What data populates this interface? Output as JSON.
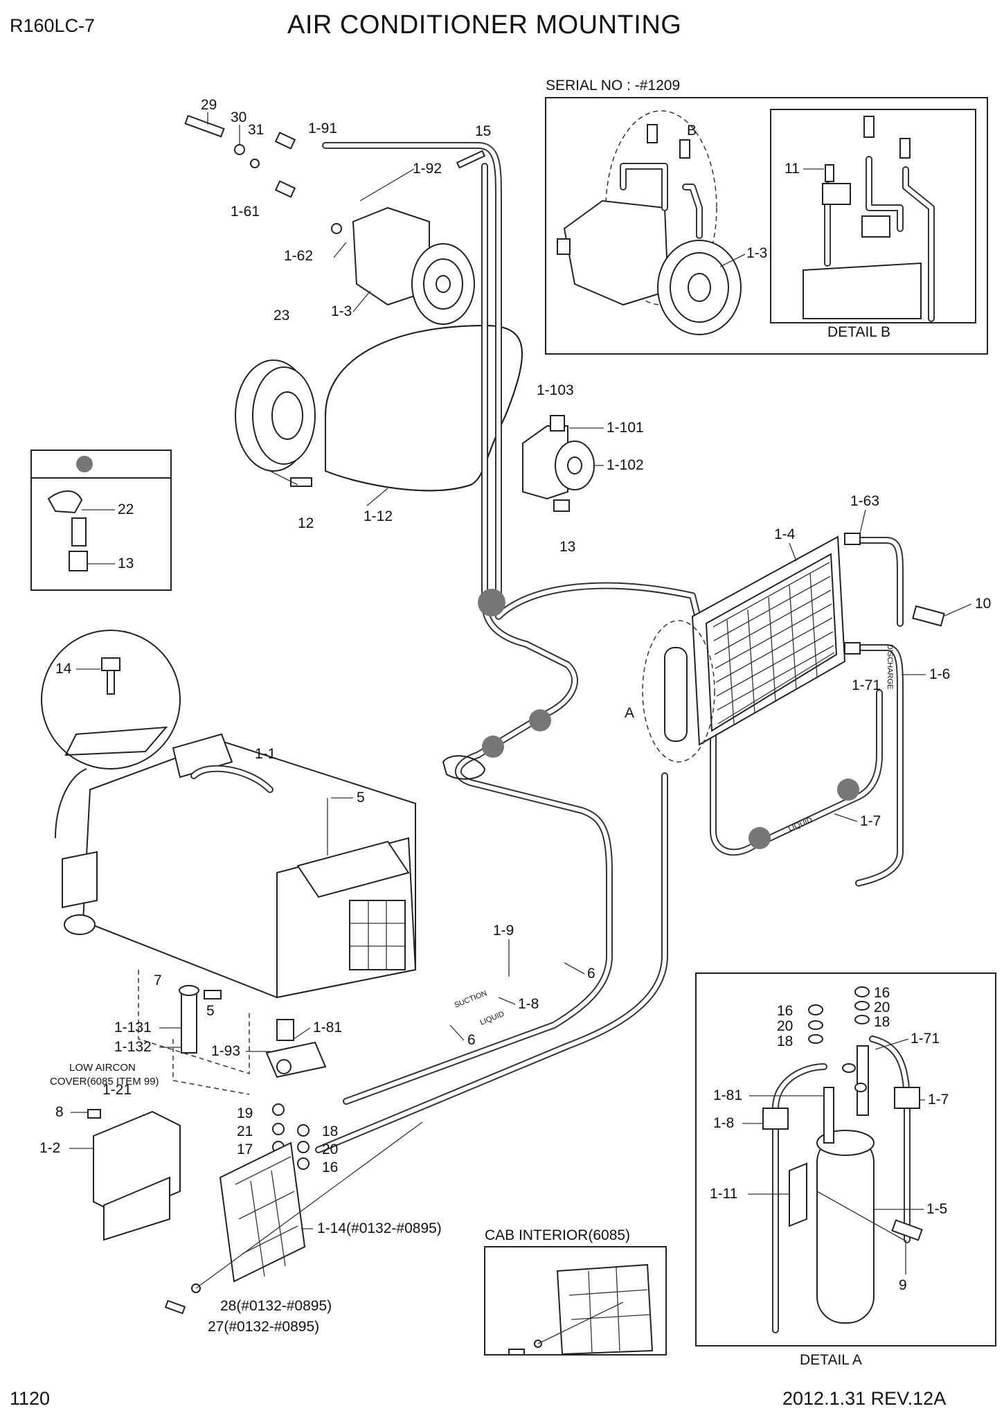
{
  "header": {
    "model": "R160LC-7",
    "title": "AIR CONDITIONER MOUNTING",
    "page_number": "1120",
    "revision": "2012.1.31  REV.12A"
  },
  "insets": {
    "serial_box": {
      "heading": "SERIAL NO : -#1209",
      "callout_b": "B",
      "part": "1-3",
      "detail_b_caption": "DETAIL B",
      "detail_b_part": "11"
    },
    "clip_box": {
      "parts": [
        "22",
        "13"
      ]
    },
    "cab_interior": {
      "heading": "CAB INTERIOR(6085)"
    },
    "detail_a": {
      "caption": "DETAIL A",
      "parts": [
        "16",
        "20",
        "18",
        "16",
        "20",
        "18",
        "1-71",
        "1-81",
        "1-7",
        "1-8",
        "1-11",
        "1-5",
        "9"
      ]
    },
    "detail_a_callout": "A",
    "bolt_circle": {
      "part": "14"
    }
  },
  "notes": {
    "low_aircon_line1": "LOW AIRCON",
    "low_aircon_line2": "COVER(6085 ITEM 99)",
    "hose_text_discharge": "DISCHARGE",
    "hose_text_liquid": "LIQUID",
    "hose_text_suction": "SUCTION",
    "hose_text_liquid2": "LIQUID"
  },
  "labels": {
    "p29": "29",
    "p30": "30",
    "p31": "31",
    "p1_91": "1-91",
    "p15": "15",
    "p1_92": "1-92",
    "p1_61": "1-61",
    "p1_62": "1-62",
    "p1_3": "1-3",
    "p23": "23",
    "p12": "12",
    "p1_12": "1-12",
    "p1_103": "1-103",
    "p1_101": "1-101",
    "p1_102": "1-102",
    "p13": "13",
    "p1_63": "1-63",
    "p1_4": "1-4",
    "p10": "10",
    "p1_71": "1-71",
    "p1_6": "1-6",
    "p1_7": "1-7",
    "p1_1": "1-1",
    "p5a": "5",
    "p5b": "5",
    "p7": "7",
    "p1_131": "1-131",
    "p1_132": "1-132",
    "p1_81": "1-81",
    "p1_93": "1-93",
    "p1_9": "1-9",
    "p6a": "6",
    "p6b": "6",
    "p1_8": "1-8",
    "p8": "8",
    "p1_21": "1-21",
    "p1_2": "1-2",
    "p19": "19",
    "p21": "21",
    "p17": "17",
    "p18": "18",
    "p20": "20",
    "p16": "16",
    "p1_14": "1-14(#0132-#0895)",
    "p28": "28(#0132-#0895)",
    "p27": "27(#0132-#0895)"
  }
}
